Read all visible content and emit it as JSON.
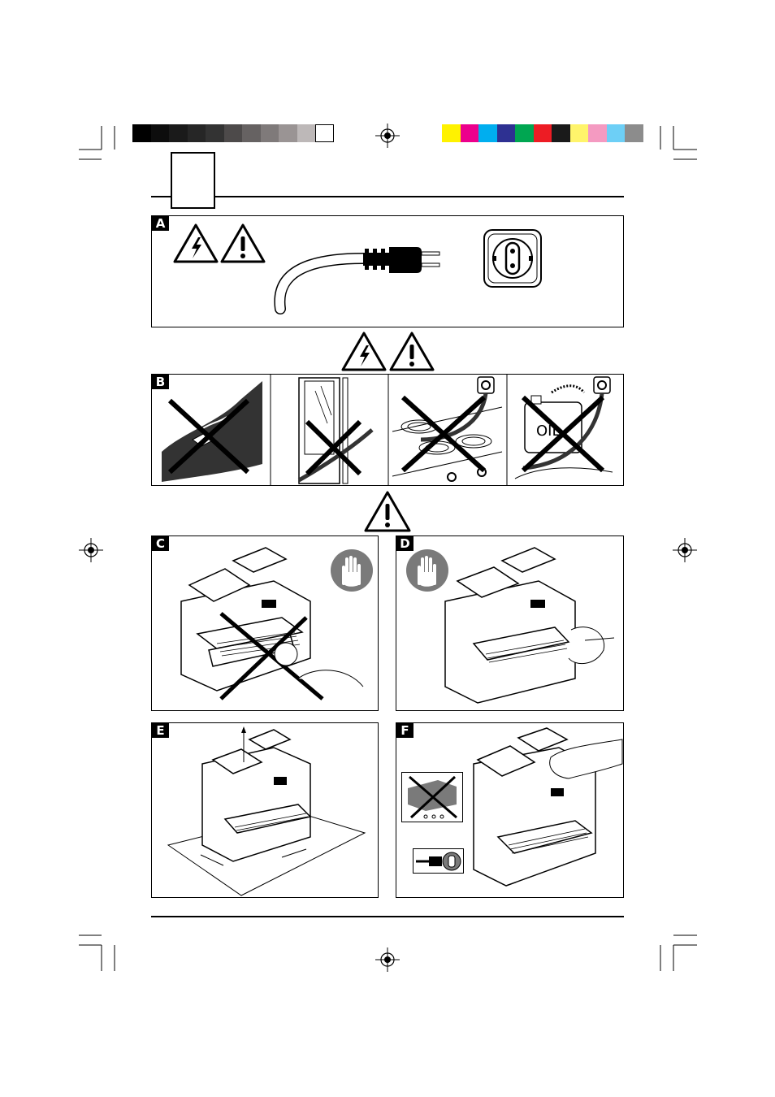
{
  "panels": {
    "a": {
      "label": "A"
    },
    "b": {
      "label": "B"
    },
    "c": {
      "label": "C"
    },
    "d": {
      "label": "D"
    },
    "e": {
      "label": "E"
    },
    "f": {
      "label": "F"
    }
  },
  "oil_label": "OIL",
  "colors": {
    "grayscale_bar": [
      "#000000",
      "#0d0d0d",
      "#1a1a1a",
      "#262626",
      "#333333",
      "#4d4a4a",
      "#666262",
      "#7f7a7a",
      "#9a9494",
      "#bdb8b8",
      "#ffffff"
    ],
    "color_bar": [
      "#fff200",
      "#ec008c",
      "#00aeef",
      "#2e3192",
      "#00a651",
      "#ed1c24",
      "#1a1a1a",
      "#fff46b",
      "#f49ac1",
      "#6dcff6",
      "#8c8c8c"
    ],
    "warning_fill": "#ffffff",
    "hand_circle": "#7a7a7a"
  },
  "icons": [
    "crop-mark-icon",
    "registration-mark-icon",
    "electric-hazard-icon",
    "warning-icon",
    "plug-icon",
    "socket-icon",
    "stop-hand-icon",
    "cross-out-icon"
  ]
}
